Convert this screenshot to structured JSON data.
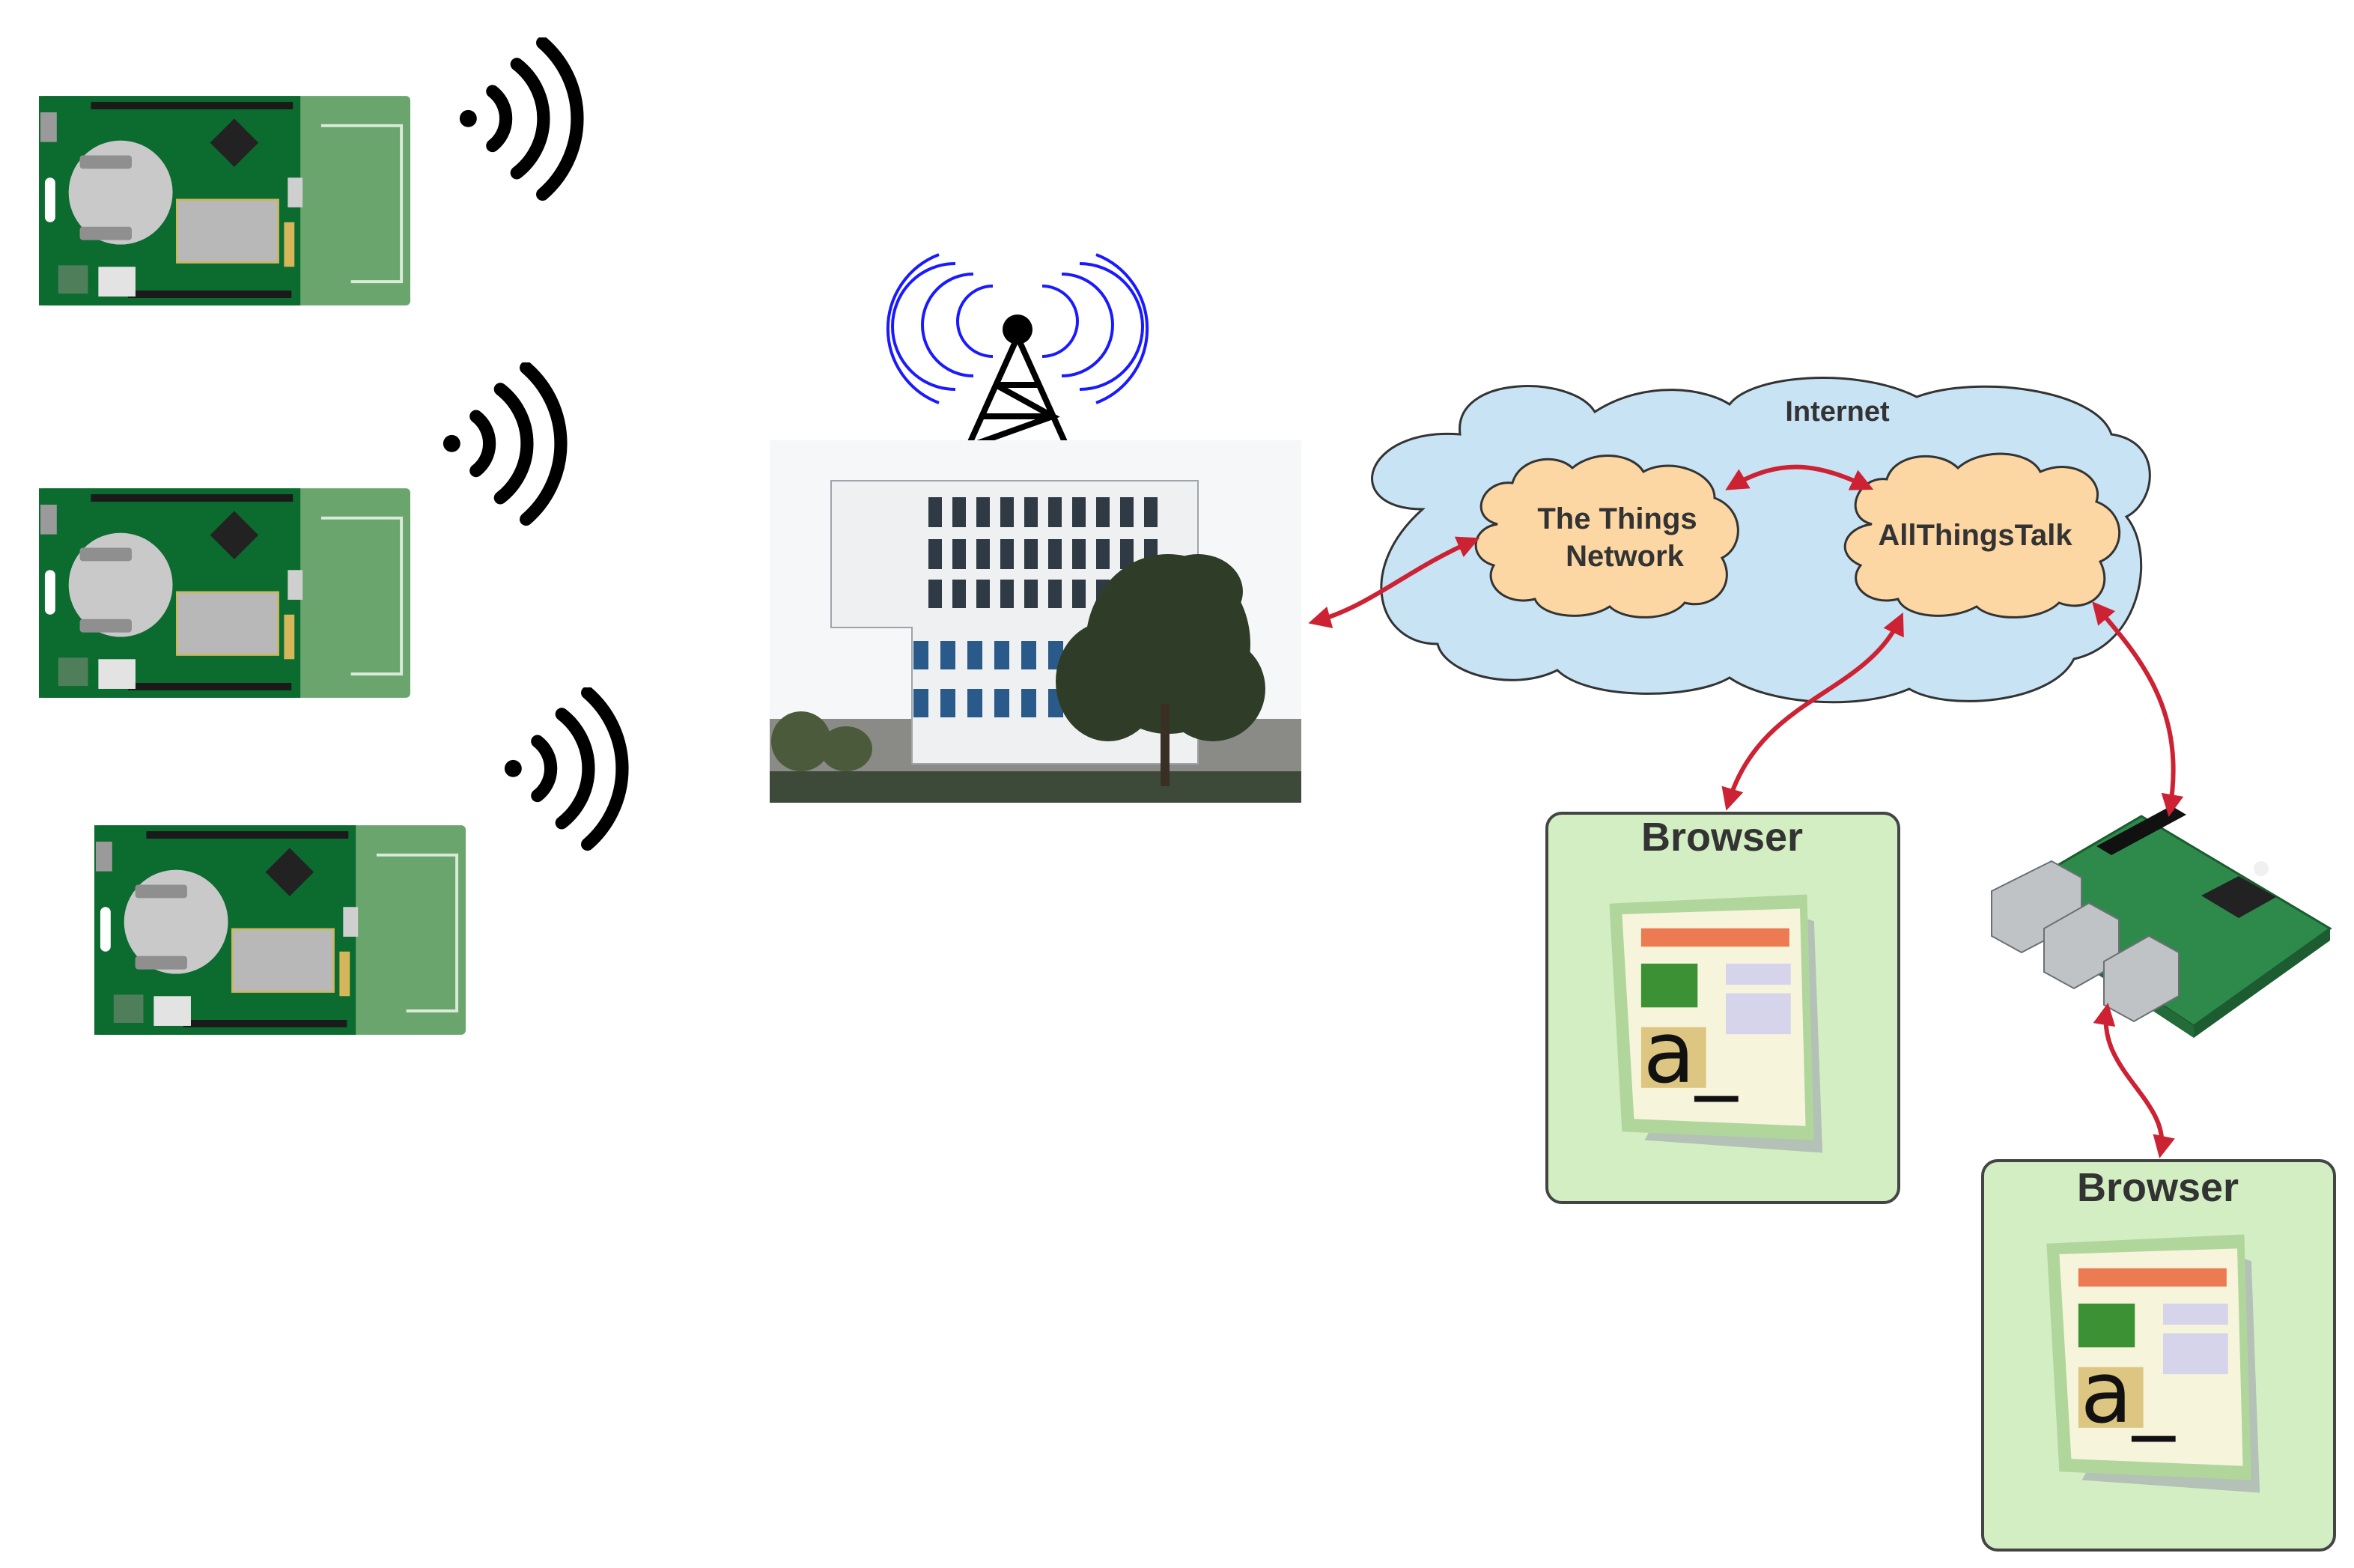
{
  "cloud": {
    "label": "Internet"
  },
  "nodes": {
    "ttn": {
      "line1": "The Things",
      "line2": "Network"
    },
    "atalk": {
      "label": "AllThingsTalk"
    },
    "browser1": {
      "title": "Browser"
    },
    "browser2": {
      "title": "Browser"
    }
  },
  "browser_icon_glyph": "a_",
  "colors": {
    "board_green": "#0c6b2f",
    "antenna_pad": "#5a9a5e",
    "cloud_fill": "#c7e3f4",
    "sub_cloud_fill": "#fcd7a3",
    "browser_box": "#d3eec3",
    "arrow": "#cc2233",
    "tower_waves": "#1a1aff"
  }
}
